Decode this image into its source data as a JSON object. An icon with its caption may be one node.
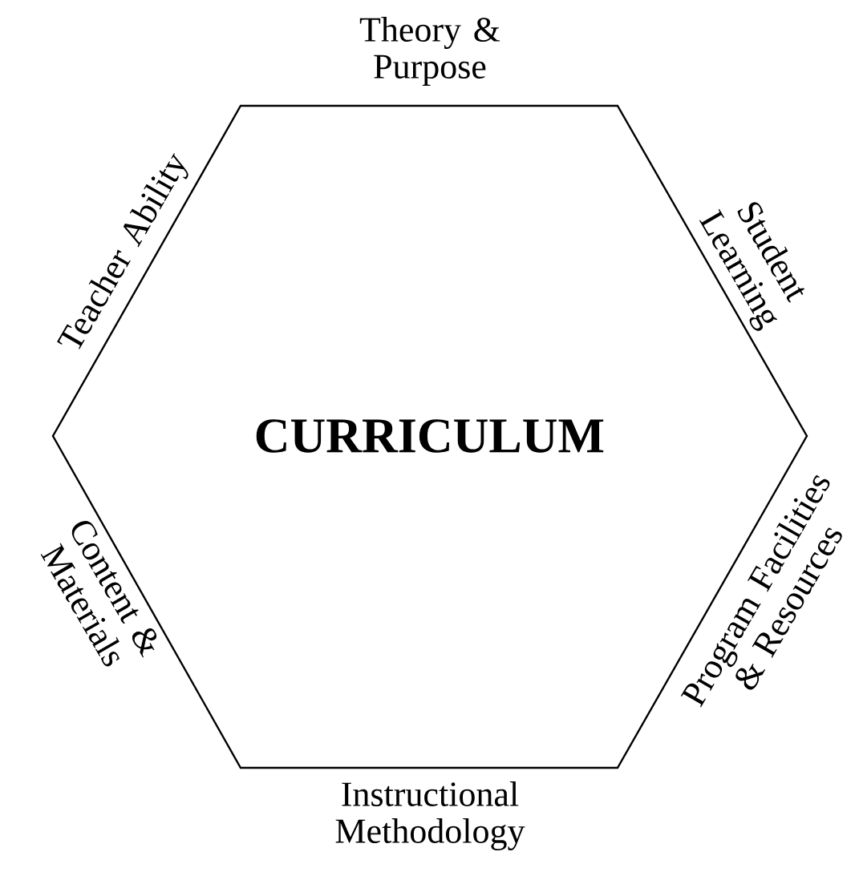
{
  "diagram": {
    "nodes": [
      {
        "text": [
          "CURRICULUM"
        ],
        "beside": [
          "Theory & Purpose",
          "Student Learning",
          "Program Facilities & Resources",
          "Instructional Methodology",
          "Content & Materials",
          "Teacher Ability"
        ]
      }
    ]
  }
}
